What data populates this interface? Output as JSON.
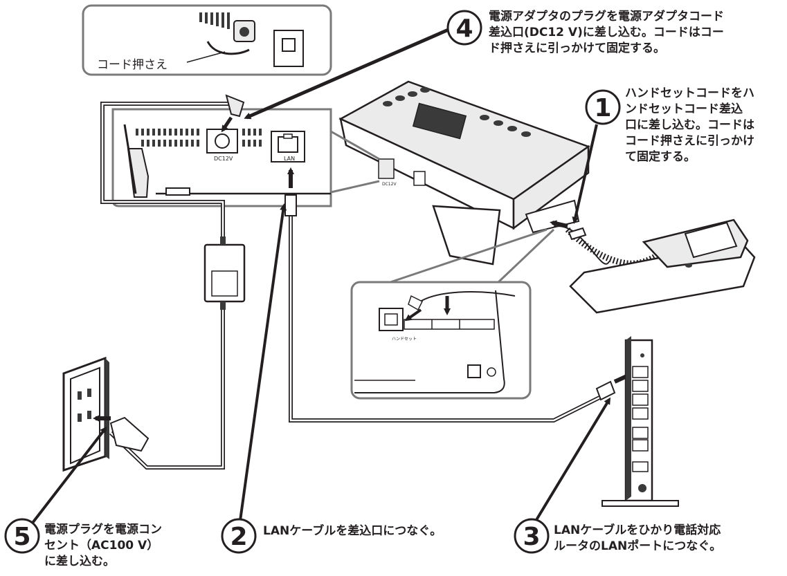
{
  "steps": [
    {
      "number": "1",
      "text_lines": [
        "ハンドセットコードをハ",
        "ンドセットコード差込",
        "口に差し込む。コードは",
        "コード押さえに引っかけ",
        "て固定する。"
      ]
    },
    {
      "number": "2",
      "text_lines": [
        "LANケーブルを差込口につなぐ。"
      ]
    },
    {
      "number": "3",
      "text_lines": [
        "LANケーブルをひかり電話対応",
        "ルータのLANポートにつなぐ。"
      ]
    },
    {
      "number": "4",
      "text_lines": [
        "電源アダプタのプラグを電源アダプタコード",
        "差込口(DC12 V)に差し込む。コードはコー",
        "ド押さえに引っかけて固定する。"
      ]
    },
    {
      "number": "5",
      "text_lines": [
        "電源プラグを電源コン",
        "セント（AC100 V）",
        "に差し込む。"
      ]
    }
  ],
  "labels": {
    "cord_holder": "コード押さえ",
    "dc12v": "DC12V",
    "dc12v_small": "DC12V",
    "lan": "LAN",
    "handset_port": "ハンドセット"
  },
  "colors": {
    "line": "#231f20",
    "callout_border": "#7a7a7a",
    "device_fill": "#ebebeb",
    "dark_fill": "#3a3a3a"
  }
}
